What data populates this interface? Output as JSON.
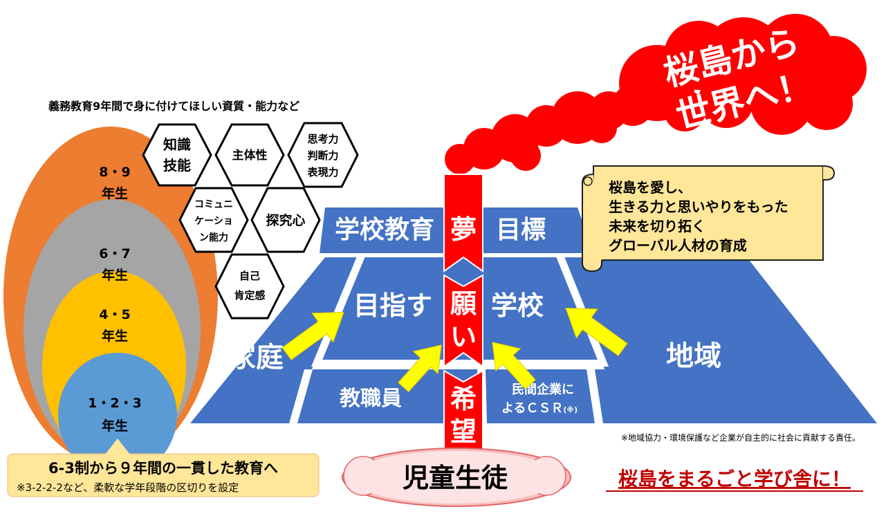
{
  "heading": "義務教育9年間で身に付けてほしい資質・能力など",
  "hexagons": [
    {
      "lines": [
        "知識",
        "技能"
      ]
    },
    {
      "lines": [
        "主体性"
      ]
    },
    {
      "lines": [
        "思考力",
        "判断力",
        "表現力"
      ]
    },
    {
      "lines": [
        "コミュニ",
        "ケーショ",
        "ン能力"
      ]
    },
    {
      "lines": [
        "探究心"
      ]
    },
    {
      "lines": [
        "自己",
        "肯定感"
      ]
    }
  ],
  "grades": [
    {
      "lines": [
        "8・9",
        "年生"
      ]
    },
    {
      "lines": [
        "6・7",
        "年生"
      ]
    },
    {
      "lines": [
        "4・5",
        "年生"
      ]
    },
    {
      "lines": [
        "1・2・3",
        "年生"
      ]
    }
  ],
  "banner": {
    "title": "6-3制から９年間の一貫した教育へ",
    "note": "※3-2-2-2など、柔軟な学年段階の区切りを設定"
  },
  "board": {
    "goal": "学校教育",
    "goal_right": "目標",
    "aim": "目指す",
    "aim_right": "学校",
    "family": "家庭",
    "region": "地域",
    "staff": "教職員",
    "company_line1": "民間企業に",
    "company_line2": "よるＣＳＲ",
    "company_mark": "(※)"
  },
  "pillar": [
    "夢",
    "願",
    "い",
    "希",
    "望"
  ],
  "students": "児童生徒",
  "smoke": {
    "line1": "桜島から",
    "line2": "世界へ！"
  },
  "scroll": [
    "桜島を愛し、",
    "生きる力と思いやりをもった",
    "未来を切り拓く",
    "グローバル人材の育成"
  ],
  "footnote": "※地域協力・環境保護など企業が自主的に社会に貢献する責任。",
  "slogan": "桜島をまるごと学び舎に！",
  "colors": {
    "board_blue": "#4472c4",
    "pillar_red": "#ff0000",
    "orange": "#ed7d31",
    "gray": "#a5a5a5",
    "gold": "#ffc000",
    "light_blue": "#5b9bd5",
    "scroll_fill": "#ffe699",
    "arrow_yellow": "#ffff00",
    "slogan_red": "#c00000",
    "cloud_pink": "#fbd5d5"
  }
}
